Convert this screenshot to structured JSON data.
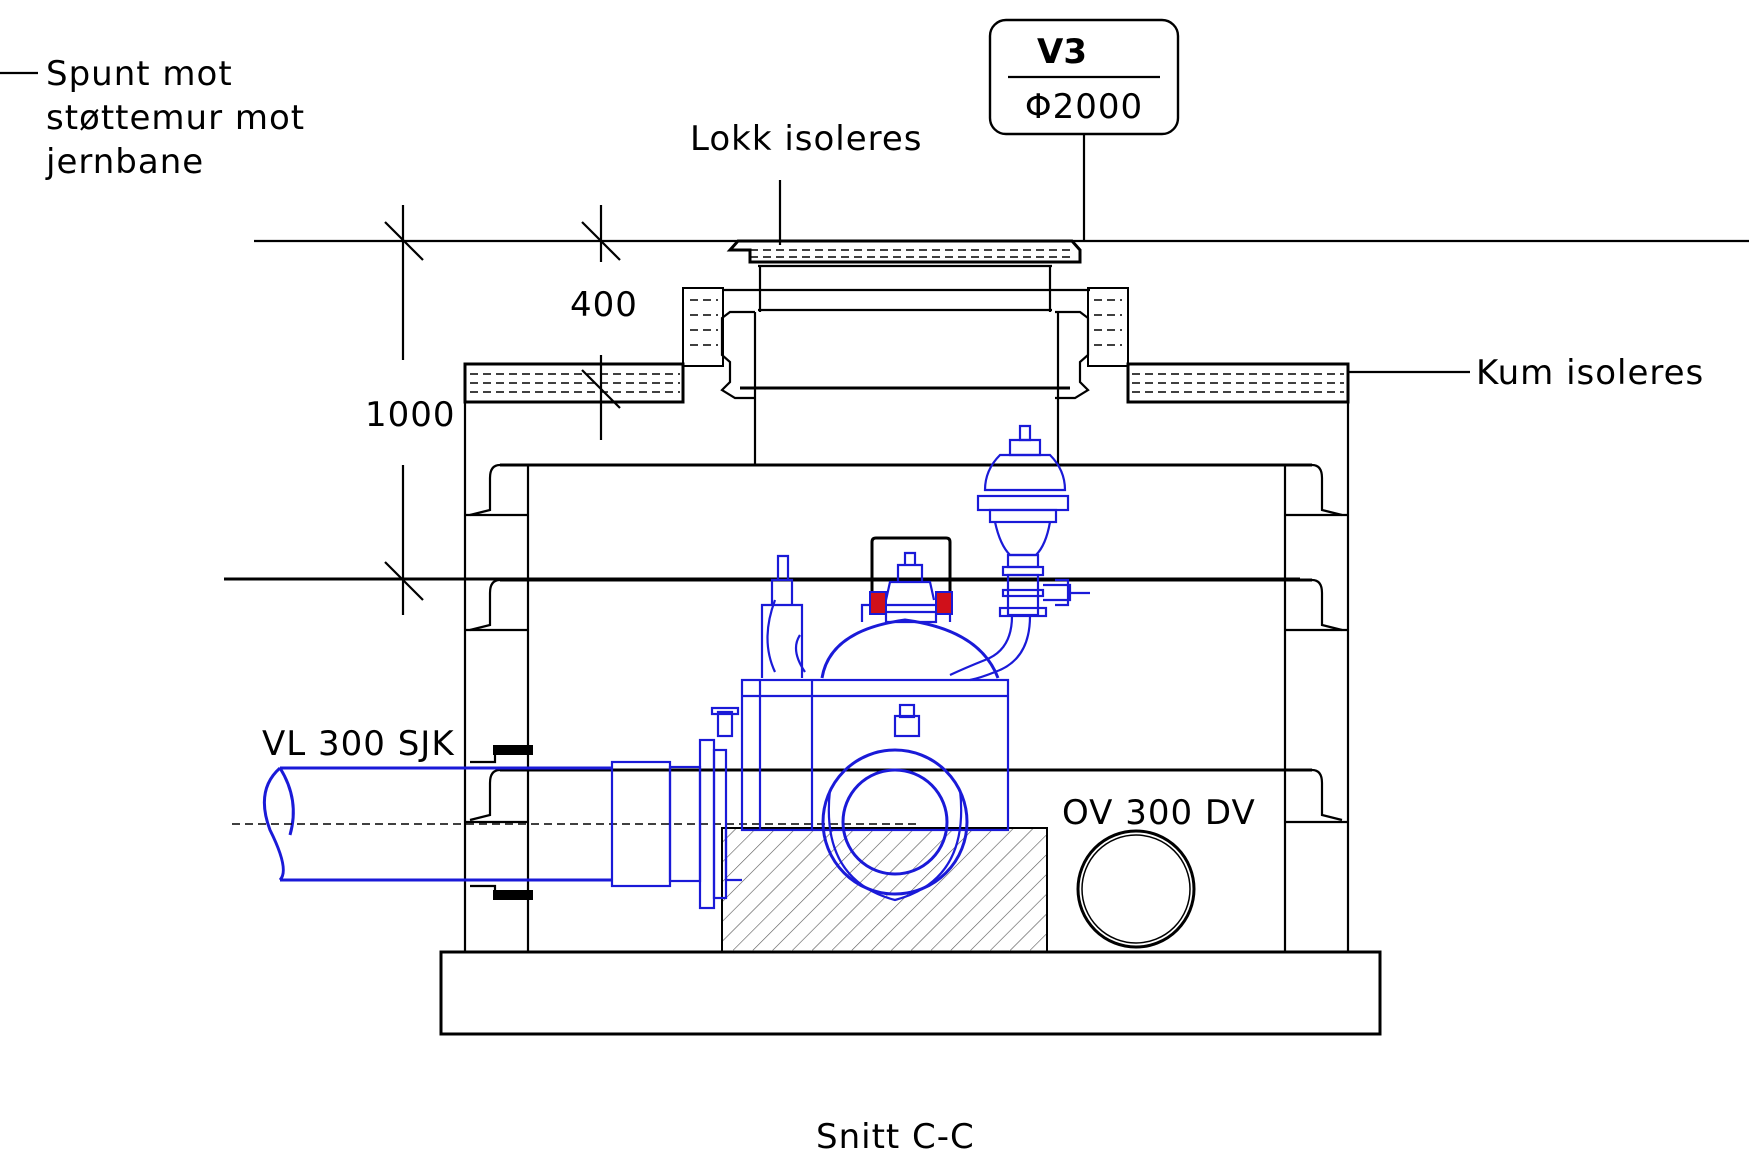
{
  "labels": {
    "spunt_line1": "Spunt mot",
    "spunt_line2": "støttemur mot",
    "spunt_line3": "jernbane",
    "lokk": "Lokk isoleres",
    "kum": "Kum isoleres",
    "vl_pipe": "VL 300 SJK",
    "ov_pipe": "OV 300 DV",
    "section": "Snitt C-C"
  },
  "tag": {
    "id": "V3",
    "diameter": "Φ2000"
  },
  "dimensions": {
    "upper": "400",
    "total": "1000"
  },
  "colors": {
    "structure": "#000000",
    "equipment": "#1a1ad8",
    "gasket": "#d0101a"
  },
  "icons": [
    "valve-icon",
    "air-valve-icon",
    "hydrant-icon"
  ]
}
